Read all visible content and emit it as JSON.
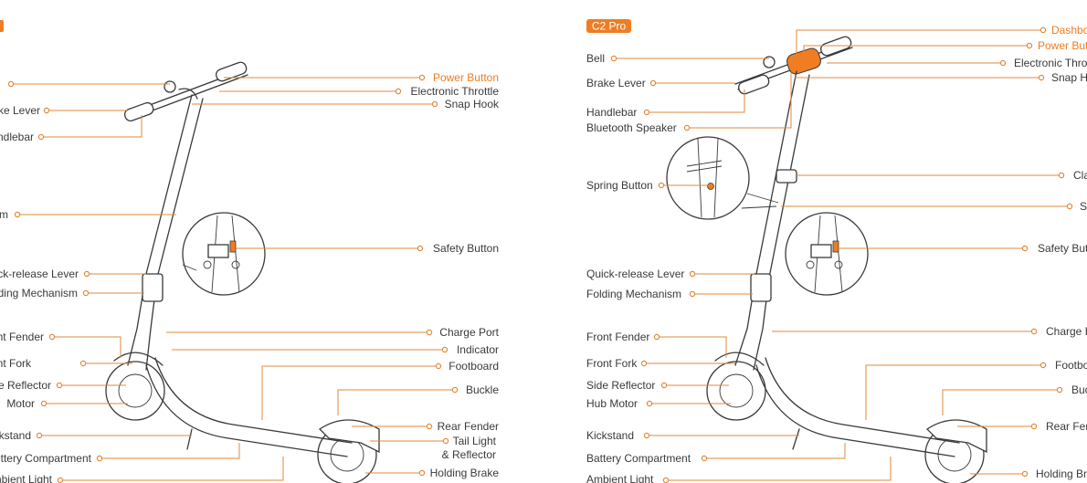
{
  "left_panel": {
    "labels": {
      "bell": "",
      "brake_lever": "ke Lever",
      "handlebar": "ndlebar",
      "stem": "m",
      "quick_release_lever": "ick-release Lever",
      "folding_mechanism": "ding Mechanism",
      "front_fender": "nt Fender",
      "front_fork": "nt Fork",
      "side_reflector": "e Reflector",
      "hub_motor": "Motor",
      "kickstand": "kstand",
      "battery_compartment": "ttery Compartment",
      "ambient_light": "mbient Light",
      "power_button": "Power Button",
      "electronic_throttle": "Electronic Throttle",
      "snap_hook": "Snap Hook",
      "safety_button": "Safety Button",
      "charge_port": "Charge Port",
      "indicator": "Indicator",
      "footboard": "Footboard",
      "buckle": "Buckle",
      "rear_fender": "Rear Fender",
      "tail_light": "Tail Light",
      "reflector": "& Reflector",
      "holding_brake": "Holding Brake"
    }
  },
  "right_panel": {
    "badge": "C2 Pro",
    "labels": {
      "bell": "Bell",
      "brake_lever": "Brake Lever",
      "handlebar": "Handlebar",
      "bluetooth_speaker": "Bluetooth Speaker",
      "spring_button": "Spring Button",
      "quick_release_lever": "Quick-release Lever",
      "folding_mechanism": "Folding Mechanism",
      "front_fender": "Front Fender",
      "front_fork": "Front Fork",
      "side_reflector": "Side Reflector",
      "hub_motor": "Hub Motor",
      "kickstand": "Kickstand",
      "battery_compartment": "Battery Compartment",
      "ambient_light": "Ambient Light",
      "dashboard": "Dashbo",
      "power_button": "Power But",
      "electronic_throttle": "Electronic Thro",
      "snap_hook": "Snap H",
      "clamp": "Cla",
      "stem": "St",
      "safety_button": "Safety But",
      "charge_port": "Charge P",
      "footboard": "Footbo",
      "buckle": "Buc",
      "rear_fender": "Rear Fen",
      "holding_brake": "Holding Br"
    }
  },
  "colors": {
    "accent": "#ef7d22",
    "line": "#3a3a3a",
    "leader": "#e08a3a"
  }
}
